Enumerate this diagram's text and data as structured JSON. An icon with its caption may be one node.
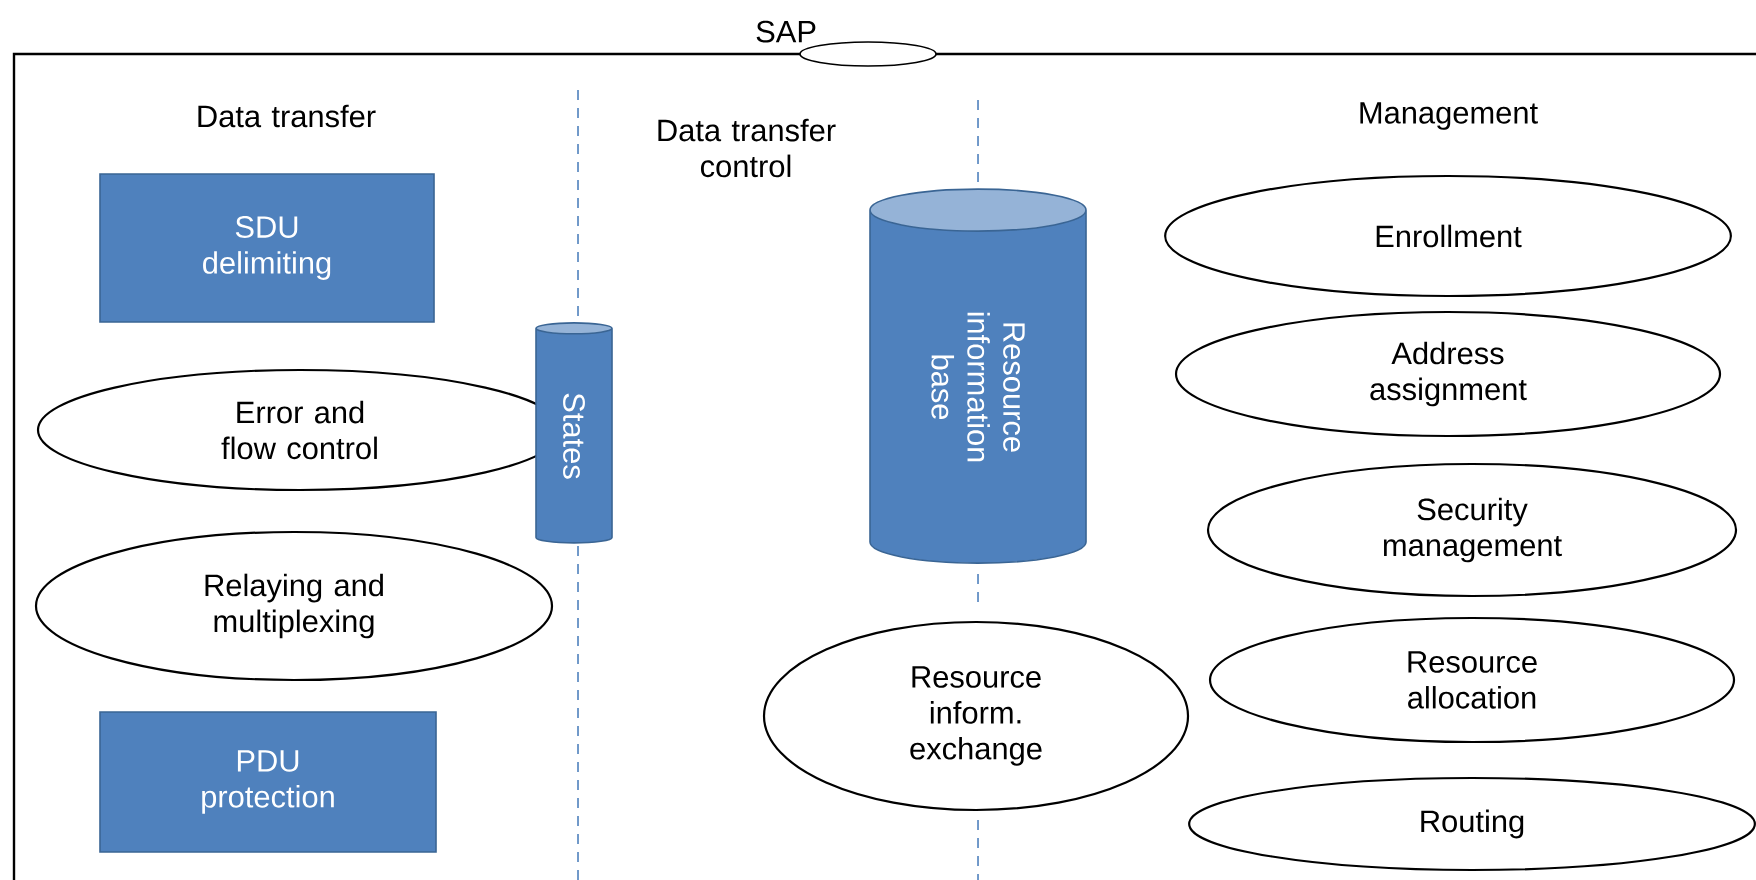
{
  "diagram": {
    "nodes": [
      {
        "text": [],
        "shape": "box"
      },
      {
        "text": [
          "SAP"
        ]
      },
      {
        "text": [
          "SDU delimiting"
        ],
        "in": 0
      },
      {
        "text": [
          "Error and flow control"
        ],
        "in": 0
      },
      {
        "text": [
          "States"
        ],
        "in": 0
      },
      {
        "text": [
          "Relaying and multiplexing"
        ],
        "in": 0
      },
      {
        "text": [
          "PDU protection"
        ],
        "in": 0
      },
      {
        "text": [
          "Resource information base"
        ],
        "in": 0
      },
      {
        "text": [
          "Resource inform. exchange"
        ],
        "in": 0
      },
      {
        "text": [
          "Enrollment"
        ],
        "in": 0
      },
      {
        "text": [
          "Address assignment"
        ],
        "in": 0
      },
      {
        "text": [
          "Security management"
        ],
        "in": 0
      },
      {
        "text": [
          "Resource allocation"
        ],
        "in": 0
      },
      {
        "text": [
          "Routing"
        ],
        "in": 0
      }
    ],
    "labels": [
      "Data transfer",
      "Data transfer control",
      "Management"
    ]
  }
}
